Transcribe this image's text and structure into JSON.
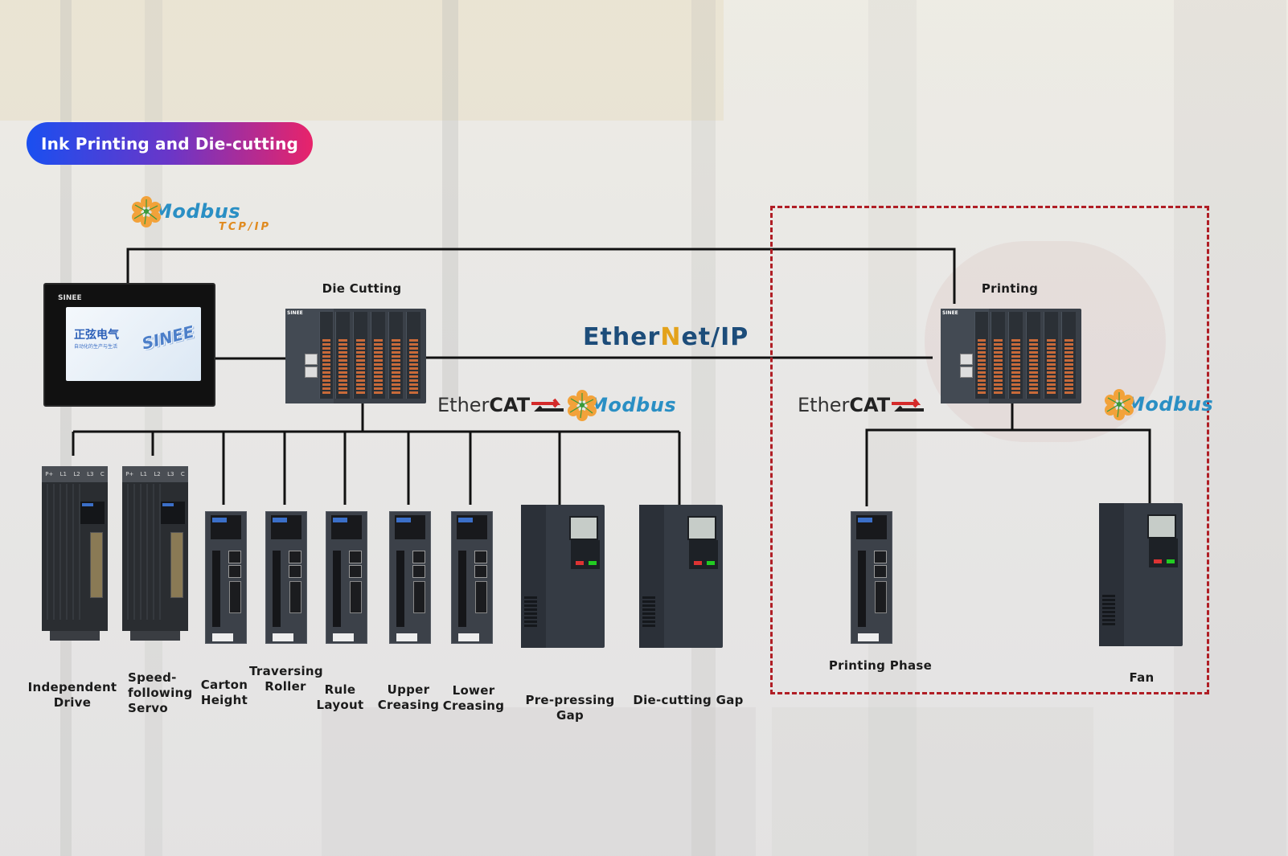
{
  "title": "Ink Printing and Die-cutting",
  "protocols": {
    "modbus_tcp": {
      "name": "Modbus",
      "sub": "TCP/IP"
    },
    "ethernet_ip": {
      "prefix": "Ether",
      "slash": "N",
      "suffix": "et/IP"
    },
    "ethercat_left": {
      "light": "Ether",
      "bold": "CAT",
      "mark": "."
    },
    "modbus_left": "Modbus",
    "ethercat_right": {
      "light": "Ether",
      "bold": "CAT",
      "mark": "."
    },
    "modbus_right": "Modbus"
  },
  "hmi": {
    "brand": "SINEE",
    "screen_title": "正弦电气",
    "screen_sub": "自动化的生产与生活",
    "screen_logo": "SINEE"
  },
  "controllers": {
    "die_cutting": {
      "label": "Die Cutting",
      "brand": "SINEE"
    },
    "printing": {
      "label": "Printing",
      "brand": "SINEE"
    }
  },
  "die_cutting_devices": [
    {
      "label": "Independent Drive",
      "type": "servo-large"
    },
    {
      "label": "Speed-following Servo",
      "type": "servo-large"
    },
    {
      "label": "Carton Height",
      "type": "servo-small"
    },
    {
      "label": "Traversing Roller",
      "type": "servo-small"
    },
    {
      "label": "Rule Layout",
      "type": "servo-small"
    },
    {
      "label": "Upper Creasing",
      "type": "servo-small"
    },
    {
      "label": "Lower Creasing",
      "type": "servo-small"
    },
    {
      "label": "Pre-pressing Gap",
      "type": "inverter"
    },
    {
      "label": "Die-cutting Gap",
      "type": "inverter"
    }
  ],
  "printing_devices": [
    {
      "label": "Printing Phase",
      "type": "servo-small"
    },
    {
      "label": "Fan",
      "type": "inverter"
    }
  ],
  "colors": {
    "pill_start": "#1a4ff0",
    "pill_end": "#e8236a",
    "dash_box": "#b01e25",
    "wire": "#111111",
    "modbus_blue": "#2a8fc4",
    "ethernetip_blue": "#1d4d7a"
  }
}
